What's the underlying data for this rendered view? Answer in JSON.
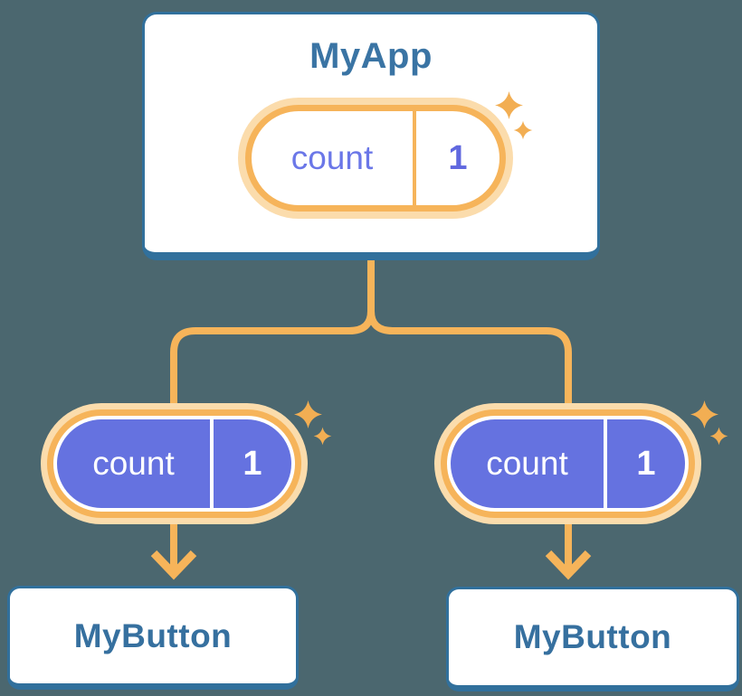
{
  "background_color": "#4B676F",
  "colors": {
    "card_border_blue": "#31709C",
    "card_background": "#FFFFFF",
    "heading_text_blue": "#3A74A4",
    "button_text_blue": "#36709F",
    "accent_orange": "#F6B45A",
    "accent_orange_glow": "#FBDCAC",
    "sparkle_orange": "#F2AE53",
    "state_purple_fill": "#6572E0",
    "state_text_purple": "#6B77E8"
  },
  "tree": {
    "root": {
      "title": "MyApp",
      "state_pill": {
        "label": "count",
        "value": "1",
        "style": "outline"
      }
    },
    "children": [
      {
        "title": "MyButton",
        "prop_pill": {
          "label": "count",
          "value": "1",
          "style": "filled"
        }
      },
      {
        "title": "MyButton",
        "prop_pill": {
          "label": "count",
          "value": "1",
          "style": "filled"
        }
      }
    ]
  }
}
